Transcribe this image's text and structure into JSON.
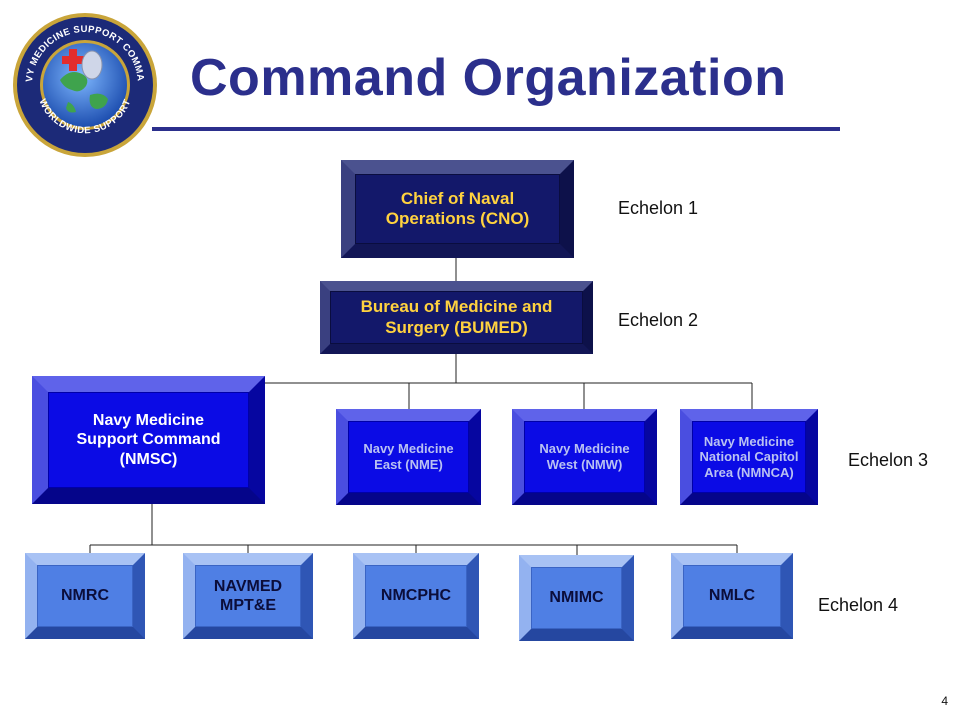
{
  "header": {
    "title": "Command Organization",
    "logo": {
      "ring_text_top": "NAVY MEDICINE SUPPORT COMMAND",
      "ring_text_bottom": "WORLDWIDE SUPPORT"
    }
  },
  "echelons": {
    "e1": "Echelon 1",
    "e2": "Echelon 2",
    "e3": "Echelon 3",
    "e4": "Echelon 4"
  },
  "nodes": {
    "cno": {
      "line1": "Chief of Naval",
      "line2": "Operations (CNO)"
    },
    "bumed": {
      "line1": "Bureau of Medicine and",
      "line2": "Surgery (BUMED)"
    },
    "nmsc": {
      "line1": "Navy Medicine",
      "line2": "Support Command",
      "line3": "(NMSC)"
    },
    "nme": {
      "line1": "Navy Medicine",
      "line2": "East (NME)"
    },
    "nmw": {
      "line1": "Navy Medicine",
      "line2": "West (NMW)"
    },
    "nmnca": {
      "line1": "Navy Medicine",
      "line2": "National Capitol",
      "line3": "Area (NMNCA)"
    },
    "nmrc": {
      "line1": "NMRC"
    },
    "navmed": {
      "line1": "NAVMED",
      "line2": "MPT&E"
    },
    "nmcphc": {
      "line1": "NMCPHC"
    },
    "nmimc": {
      "line1": "NMIMC"
    },
    "nmlc": {
      "line1": "NMLC"
    }
  },
  "colors": {
    "title": "#2b2f8c",
    "dark_box": "#13186a",
    "dark_text": "#ffd23f",
    "blue_box": "#0b0be5",
    "light_box": "#4f7fe4"
  },
  "footer": {
    "page_number": "4"
  }
}
